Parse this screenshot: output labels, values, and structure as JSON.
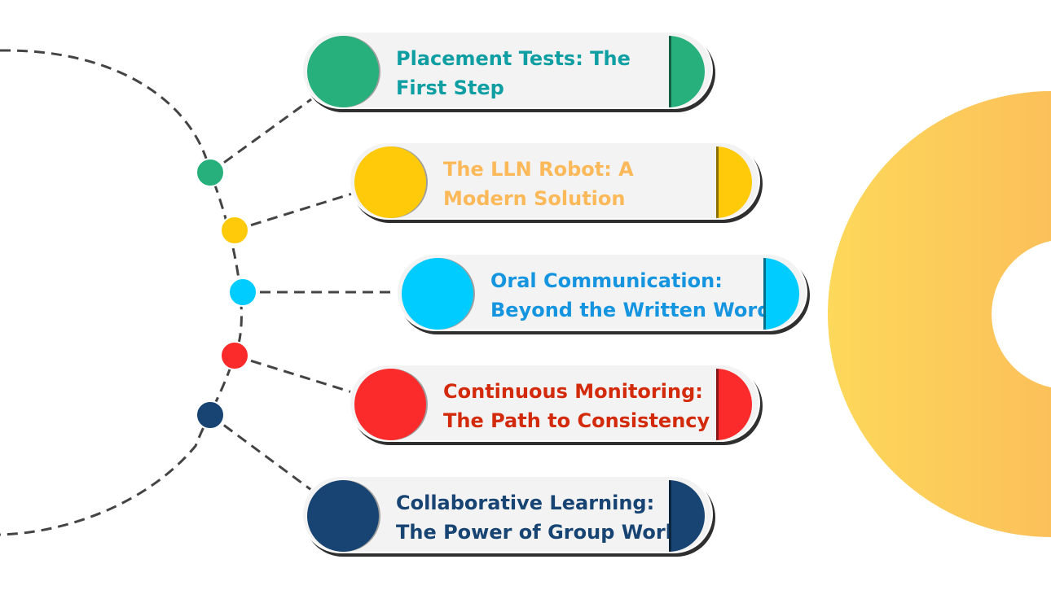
{
  "colors": {
    "green": "#27b07b",
    "yellow": "#ffca0a",
    "yellow_text": "#fcb95a",
    "cyan": "#00ccff",
    "cyan_text": "#1595df",
    "red": "#fb2b2b",
    "red_text": "#d32a0b",
    "navy": "#174472",
    "teal_text": "#0f9ea2",
    "card_bg": "#f3f3f3",
    "dash_line": "#444444",
    "decor_yellow": "#fdd85a",
    "decor_orange": "#fcc05a"
  },
  "steps": [
    {
      "title": "Placement Tests: The\nFirst Step",
      "circle_color": "#27b07b",
      "text_color": "#0f9ea2"
    },
    {
      "title": "The LLN Robot: A\nModern Solution",
      "circle_color": "#ffca0a",
      "text_color": "#fcb95a"
    },
    {
      "title": "Oral Communication:\nBeyond the Written Word",
      "circle_color": "#00ccff",
      "text_color": "#1595df"
    },
    {
      "title": "Continuous Monitoring:\nThe Path to Consistency",
      "circle_color": "#fb2b2b",
      "text_color": "#d32a0b"
    },
    {
      "title": "Collaborative Learning:\nThe Power of Group Work",
      "circle_color": "#174472",
      "text_color": "#174472"
    }
  ]
}
